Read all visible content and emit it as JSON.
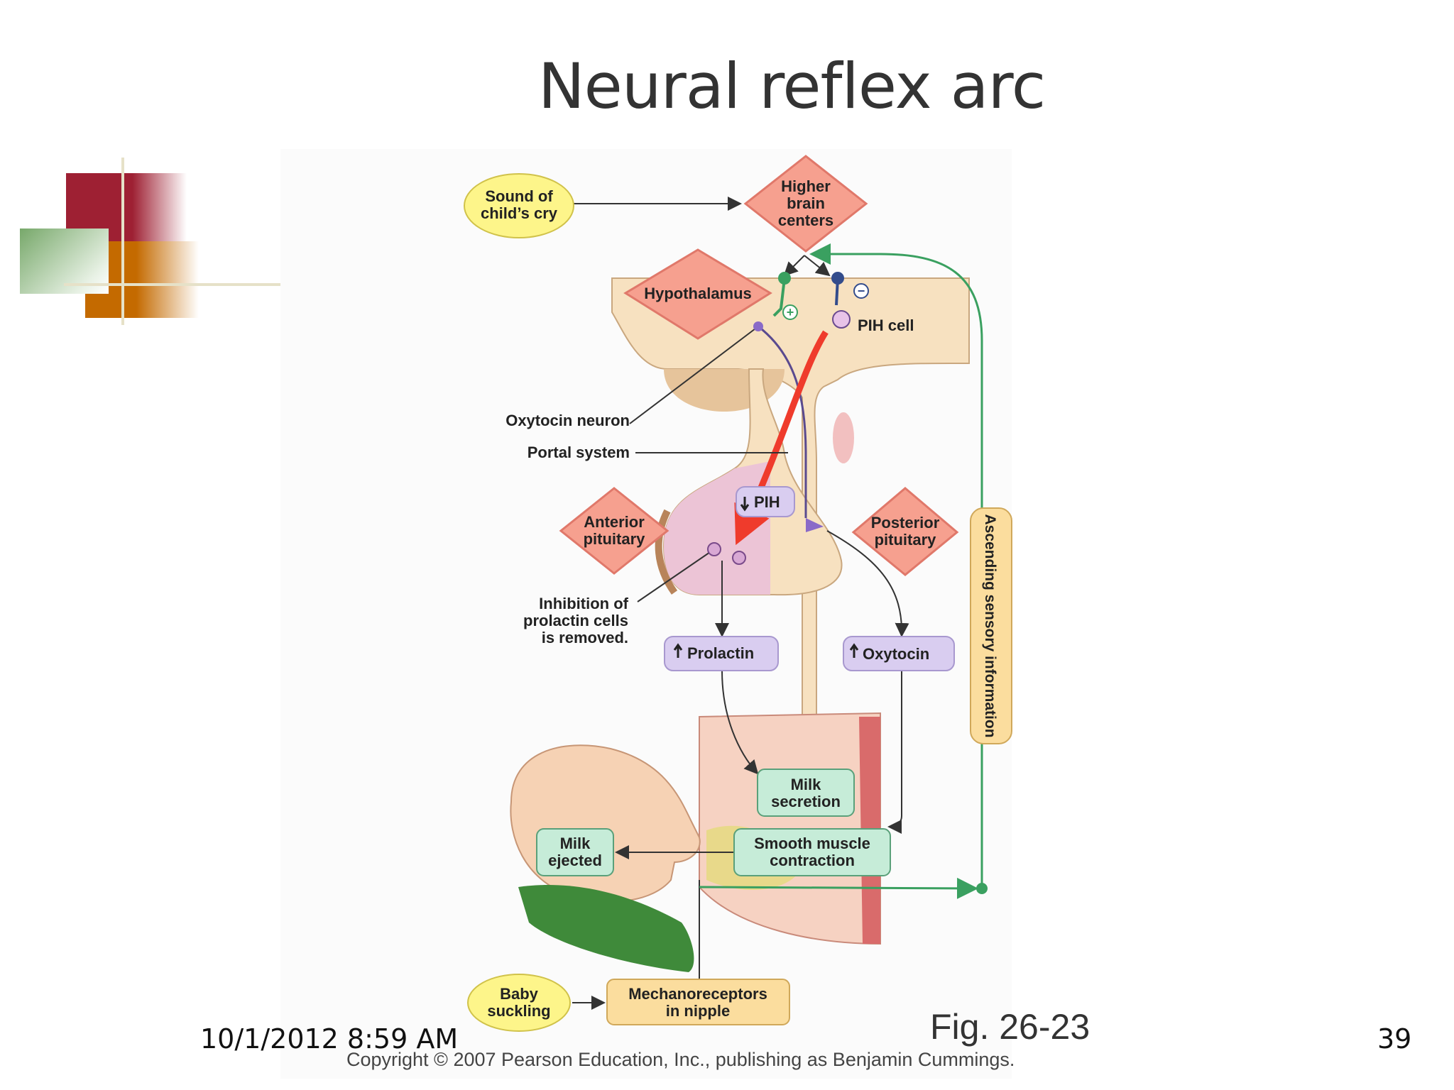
{
  "slide": {
    "title": "Neural reflex arc",
    "date": "10/1/2012 8:59 AM",
    "page_number": "39"
  },
  "figure": {
    "fig_label": "Fig. 26-23",
    "copyright": "Copyright © 2007 Pearson Education, Inc., publishing as Benjamin Cummings."
  },
  "diagram": {
    "sound_cry": [
      "Sound of",
      "child’s cry"
    ],
    "higher_brain": [
      "Higher",
      "brain",
      "centers"
    ],
    "hypothalamus": "Hypothalamus",
    "pih_cell": "PIH cell",
    "oxytocin_neuron": "Oxytocin neuron",
    "portal_system": "Portal system",
    "pih": "PIH",
    "anterior_pituitary": [
      "Anterior",
      "pituitary"
    ],
    "posterior_pituitary": [
      "Posterior",
      "pituitary"
    ],
    "inhibition": [
      "Inhibition of",
      "prolactin cells",
      "is removed."
    ],
    "prolactin": "Prolactin",
    "oxytocin": "Oxytocin",
    "ascending": "Ascending sensory information",
    "milk_secretion": [
      "Milk",
      "secretion"
    ],
    "smooth_muscle": [
      "Smooth muscle",
      "contraction"
    ],
    "milk_ejected": [
      "Milk",
      "ejected"
    ],
    "baby_suckling": [
      "Baby",
      "suckling"
    ],
    "mechanoreceptors": [
      "Mechanoreceptors",
      "in nipple"
    ],
    "plus_sign": "+",
    "minus_sign": "−"
  },
  "colors": {
    "diamond_fill": "#f6a08f",
    "diamond_stroke": "#e0786a",
    "yellow_oval": "#fdf58a",
    "purple_box": "#d9cdf0",
    "green_box": "#c6ecd8",
    "tan_box": "#fbdd9e",
    "green_line": "#3aa060",
    "red_arrow": "#ef3b2c",
    "deco_red": "#9e2033",
    "deco_orange": "#c46a00",
    "deco_green": "#77a86a"
  }
}
